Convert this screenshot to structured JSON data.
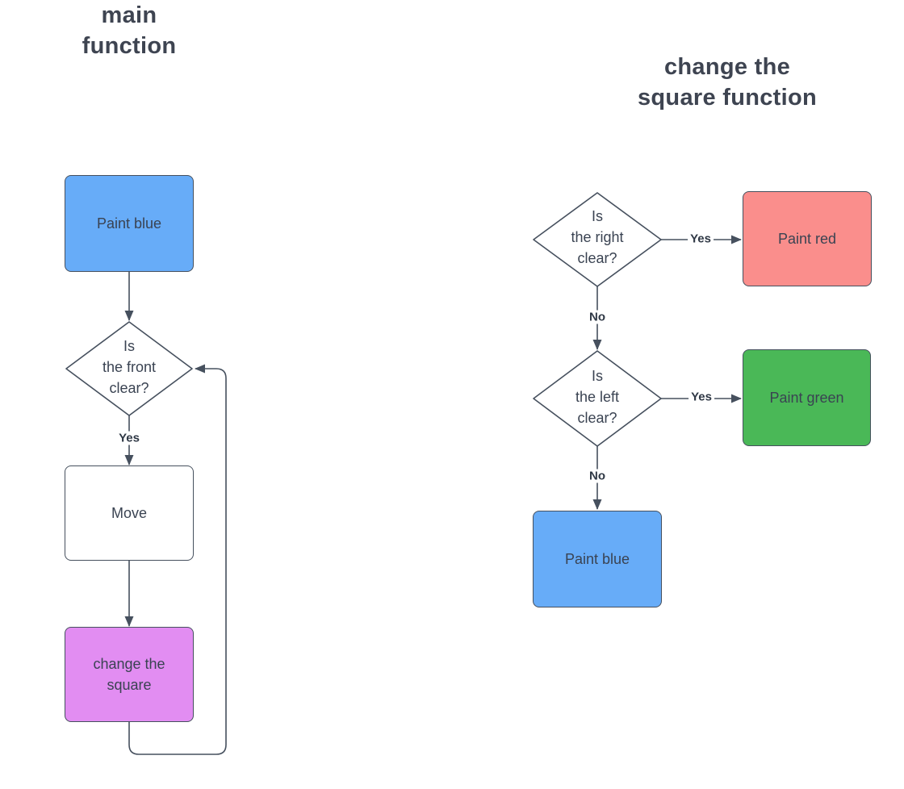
{
  "colors": {
    "stroke": "#46505e",
    "title": "#3e4451",
    "text": "#3a4352",
    "label": "#2f3845",
    "node_blue": "#67acf8",
    "node_red": "#fa8e8c",
    "node_green": "#4ab857",
    "node_purple": "#e28df2",
    "node_white": "#ffffff",
    "background": "#ffffff"
  },
  "left_chart": {
    "title": "main\nfunction",
    "nodes": {
      "paint_blue": "Paint blue",
      "front_clear": "Is\nthe front\nclear?",
      "move": "Move",
      "change_square": "change the\nsquare"
    },
    "labels": {
      "yes": "Yes"
    },
    "edges": [
      {
        "from": "Paint blue",
        "to": "Is the front clear?",
        "label": ""
      },
      {
        "from": "Is the front clear?",
        "to": "Move",
        "label": "Yes"
      },
      {
        "from": "Move",
        "to": "change the square",
        "label": ""
      },
      {
        "from": "change the square",
        "to": "Is the front clear?",
        "label": ""
      }
    ]
  },
  "right_chart": {
    "title": "change the\nsquare function",
    "nodes": {
      "right_clear": "Is\nthe right\nclear?",
      "paint_red": "Paint red",
      "left_clear": "Is\nthe left\nclear?",
      "paint_green": "Paint green",
      "paint_blue": "Paint blue"
    },
    "labels": {
      "yes_right": "Yes",
      "no_right": "No",
      "yes_left": "Yes",
      "no_left": "No"
    },
    "edges": [
      {
        "from": "Is the right clear?",
        "to": "Paint red",
        "label": "Yes"
      },
      {
        "from": "Is the right clear?",
        "to": "Is the left clear?",
        "label": "No"
      },
      {
        "from": "Is the left clear?",
        "to": "Paint green",
        "label": "Yes"
      },
      {
        "from": "Is the left clear?",
        "to": "Paint blue",
        "label": "No"
      }
    ]
  }
}
